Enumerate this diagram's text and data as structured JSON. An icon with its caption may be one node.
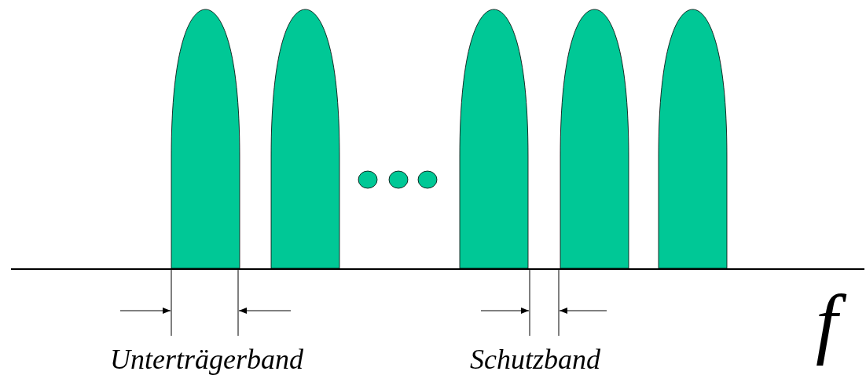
{
  "diagram": {
    "labels": [
      "Unterträgerband",
      "Schutzband",
      "f"
    ]
  }
}
